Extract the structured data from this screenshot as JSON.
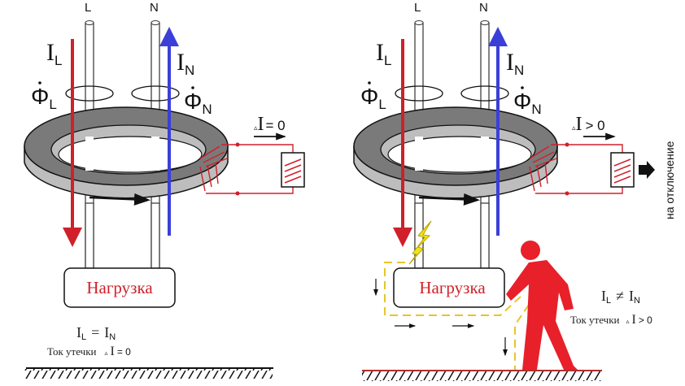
{
  "colors": {
    "red": "#d0202a",
    "blue": "#3a3fd8",
    "core_dark": "#7a7a7a",
    "core_light": "#bdbdbd",
    "yellow": "#e6c52a"
  },
  "symbols": {
    "current": "I",
    "flux": "Φ",
    "delta": "▵"
  },
  "wires": {
    "line": "L",
    "neutral": "N"
  },
  "left": {
    "load": "Нагрузка",
    "relay_delta": "= 0",
    "equation_rel": "=",
    "leak_label": "Ток утечки",
    "leak_value": "= 0"
  },
  "right": {
    "load": "Нагрузка",
    "relay_delta": "> 0",
    "trip_label": "на отключение",
    "equation_rel": "≠",
    "leak_label": "Ток утечки",
    "leak_value": "> 0"
  }
}
